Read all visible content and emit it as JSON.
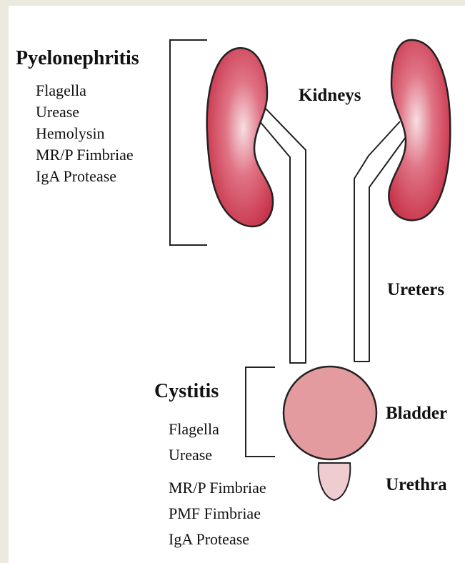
{
  "pyelonephritis": {
    "title": "Pyelonephritis",
    "factors": [
      "Flagella",
      "Urease",
      "Hemolysin",
      "MR/P Fimbriae",
      "IgA Protease"
    ]
  },
  "cystitis": {
    "title": "Cystitis",
    "factors": [
      "Flagella",
      "Urease",
      "MR/P Fimbriae",
      "PMF Fimbriae",
      "IgA Protease"
    ]
  },
  "organs": {
    "kidneys": "Kidneys",
    "ureters": "Ureters",
    "bladder": "Bladder",
    "urethra": "Urethra"
  },
  "colors": {
    "kidney": "#c8344a",
    "bladder": "#e49b9f",
    "urethra": "#eecccf"
  }
}
